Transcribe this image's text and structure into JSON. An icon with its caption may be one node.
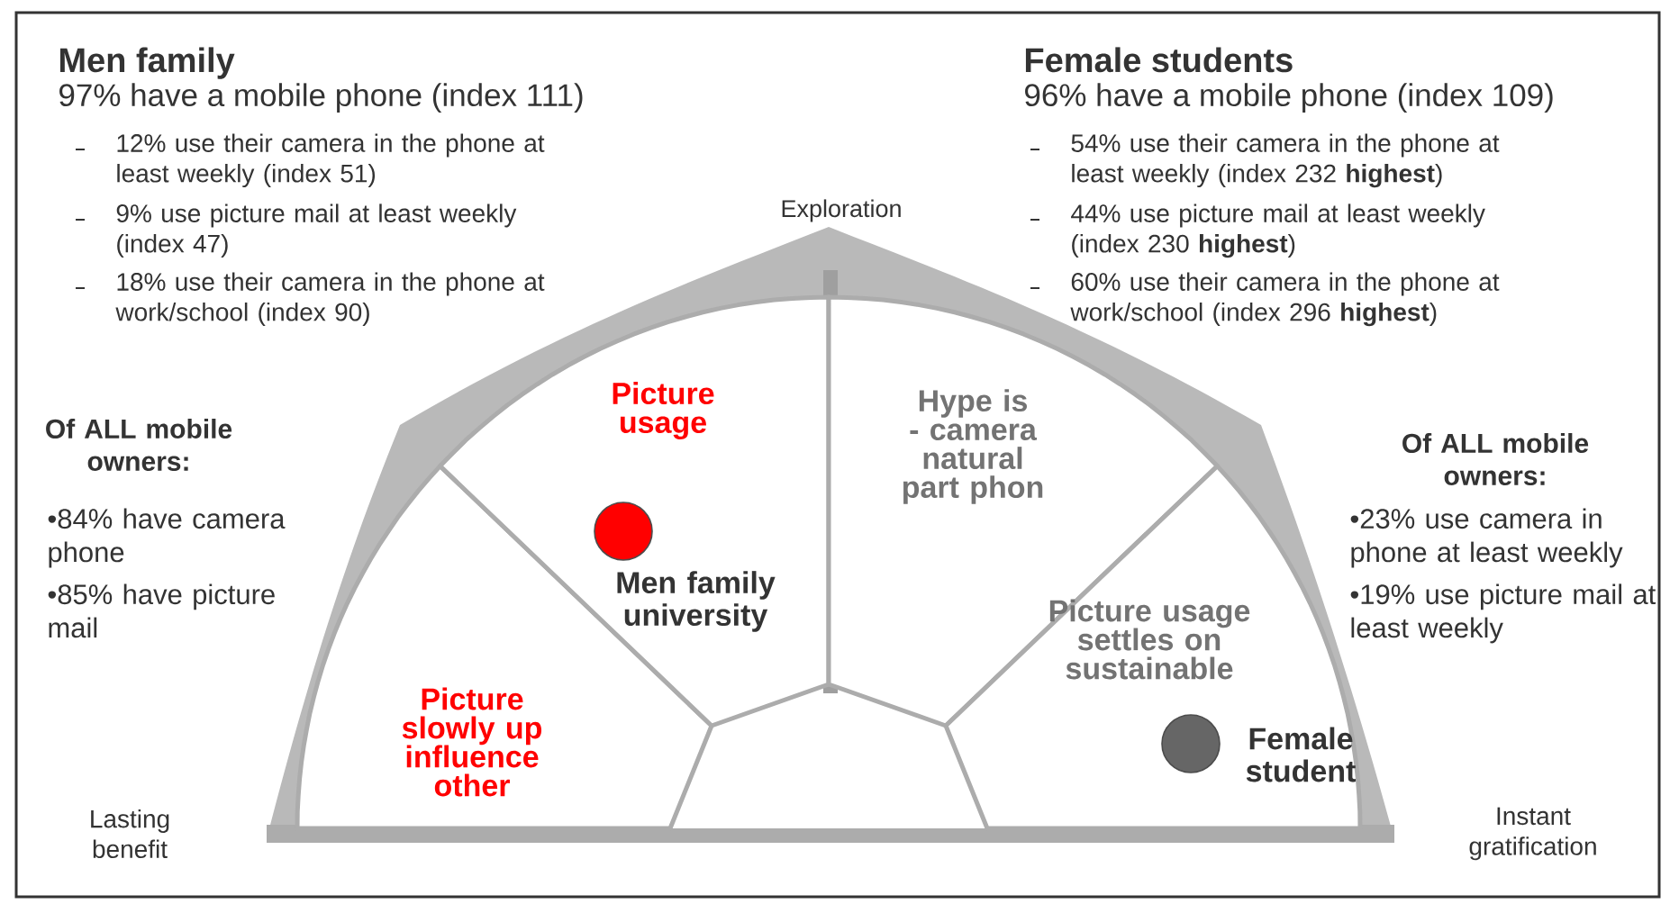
{
  "diagram": {
    "nodes": [
      {
        "text": [
          "Picture slowly up influence other"
        ]
      },
      {
        "text": [
          "Picture usage"
        ]
      },
      {
        "text": [
          "Hype is - camera natural part phon"
        ]
      },
      {
        "text": [
          "Picture usage settles on sustainable"
        ]
      },
      {
        "text": [],
        "shape": "circle",
        "beside": [
          "Men family university"
        ],
        "in": 1
      },
      {
        "text": [],
        "shape": "circle",
        "beside": [
          "Female student"
        ],
        "in": 3
      }
    ],
    "labels": [
      "Men family",
      "97% have a mobile phone (index 111)",
      "12% use their camera in the phone at least weekly (index 51)",
      "9% use picture mail at least weekly (index 47)",
      "18% use their camera in the phone at work/school (index 90)",
      "Female students",
      "96% have a mobile phone (index 109)",
      "54% use their camera in the phone at least weekly (index 232 **highest**)",
      "44% use picture mail at least weekly (index 230 **highest**)",
      "60% use their camera in the phone at work/school (index 296 **highest**)",
      "Exploration",
      "Of ALL mobile owners:",
      "•84% have camera phone",
      "•85% have picture mail",
      "Of ALL mobile owners:",
      "•23% use camera in phone at least weekly",
      "•19% use picture mail at least weekly",
      "Lasting benefit",
      "Instant gratification"
    ]
  }
}
